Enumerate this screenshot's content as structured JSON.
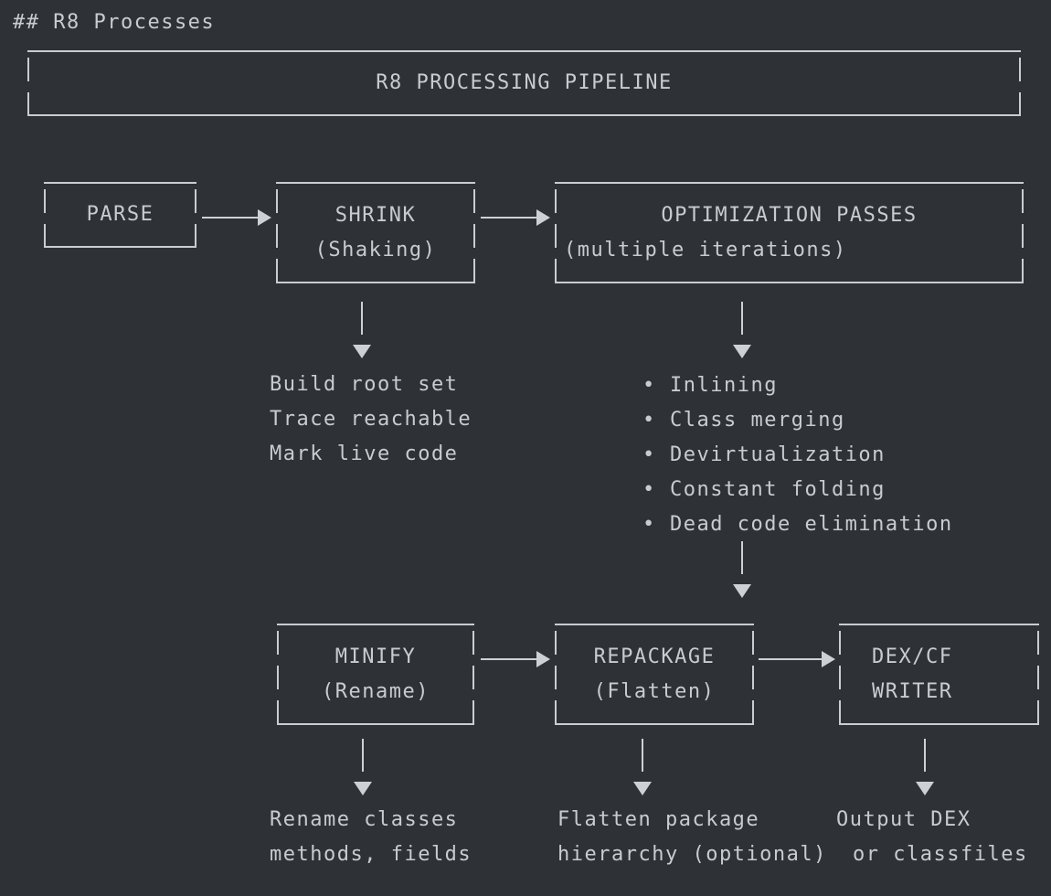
{
  "heading": "## R8 Processes",
  "banner": {
    "title": "R8 PROCESSING PIPELINE"
  },
  "stages": {
    "parse": {
      "title": "PARSE"
    },
    "shrink": {
      "title": "SHRINK",
      "subtitle": "(Shaking)"
    },
    "optimization": {
      "title": "OPTIMIZATION PASSES",
      "subtitle": "(multiple iterations)"
    },
    "minify": {
      "title": "MINIFY",
      "subtitle": "(Rename)"
    },
    "repackage": {
      "title": "REPACKAGE",
      "subtitle": "(Flatten)"
    },
    "writer": {
      "title": "DEX/CF",
      "subtitle": "WRITER"
    }
  },
  "details": {
    "shrink": [
      "Build root set",
      "Trace reachable",
      "Mark live code"
    ],
    "optimization": [
      "Inlining",
      "Class merging",
      "Devirtualization",
      "Constant folding",
      "Dead code elimination"
    ],
    "minify": [
      "Rename classes",
      "methods, fields"
    ],
    "repackage": [
      "Flatten package",
      "hierarchy (optional)"
    ],
    "writer": [
      "Output DEX",
      "or classfiles"
    ]
  },
  "glyphs": {
    "bullet": "•"
  },
  "colors": {
    "background": "#2e3135",
    "foreground": "#c8ccd1"
  }
}
